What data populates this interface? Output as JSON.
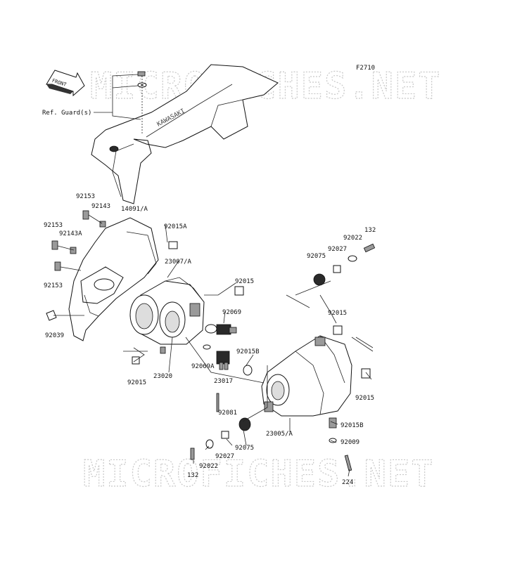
{
  "diagram_code": "F2710",
  "watermark": "MICROFICHES.NET",
  "front_label": "FRONT",
  "labels": {
    "ref_guards": "Ref. Guard(s)",
    "p92153_a": "92153",
    "p92143": "92143",
    "p14091A": "14091/A",
    "p92153_b": "92153",
    "p92143A": "92143A",
    "p92015A": "92015A",
    "p92153_c": "92153",
    "p23007A": "23007/A",
    "p92039": "92039",
    "p92015_a": "92015",
    "p92069": "92069",
    "p132_a": "132",
    "p92022_a": "92022",
    "p92027_a": "92027",
    "p92075_a": "92075",
    "p92015_b": "92015",
    "p92015B_a": "92015B",
    "p92069A": "92069A",
    "p23017": "23017",
    "p92015_c": "92015",
    "p23020": "23020",
    "p92015_d": "92015",
    "p92081": "92081",
    "p23005A": "23005/A",
    "p92015B_b": "92015B",
    "p92075_b": "92075",
    "p92009": "92009",
    "p92027_b": "92027",
    "p92022_b": "92022",
    "p132_b": "132",
    "p224": "224"
  }
}
